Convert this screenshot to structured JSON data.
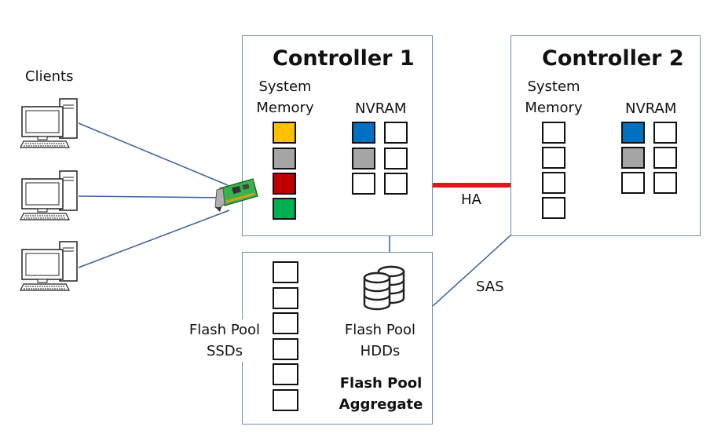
{
  "clients": {
    "label": "Clients"
  },
  "controller1": {
    "title": "Controller 1",
    "system_memory": {
      "label_line1": "System",
      "label_line2": "Memory",
      "cell_colors": [
        "#FFC000",
        "#A5A5A5",
        "#C00000",
        "#00B050"
      ]
    },
    "nvram": {
      "label": "NVRAM",
      "cell_colors": [
        "#0070C0",
        "#FFFFFF",
        "#A5A5A5",
        "#FFFFFF",
        "#FFFFFF",
        "#FFFFFF"
      ]
    }
  },
  "controller2": {
    "title": "Controller 2",
    "system_memory": {
      "label_line1": "System",
      "label_line2": "Memory",
      "cell_colors": [
        "#FFFFFF",
        "#FFFFFF",
        "#FFFFFF",
        "#FFFFFF"
      ]
    },
    "nvram": {
      "label": "NVRAM",
      "cell_colors": [
        "#0070C0",
        "#FFFFFF",
        "#A5A5A5",
        "#FFFFFF",
        "#FFFFFF",
        "#FFFFFF"
      ]
    }
  },
  "links": {
    "ha_label": "HA",
    "ha_color": "#E8141B",
    "sas_label": "SAS",
    "line_color": "#3A5F9F"
  },
  "aggregate": {
    "ssd_label_line1": "Flash Pool",
    "ssd_label_line2": "SSDs",
    "hdd_label_line1": "Flash Pool",
    "hdd_label_line2": "HDDs",
    "title_line1": "Flash Pool",
    "title_line2": "Aggregate"
  }
}
